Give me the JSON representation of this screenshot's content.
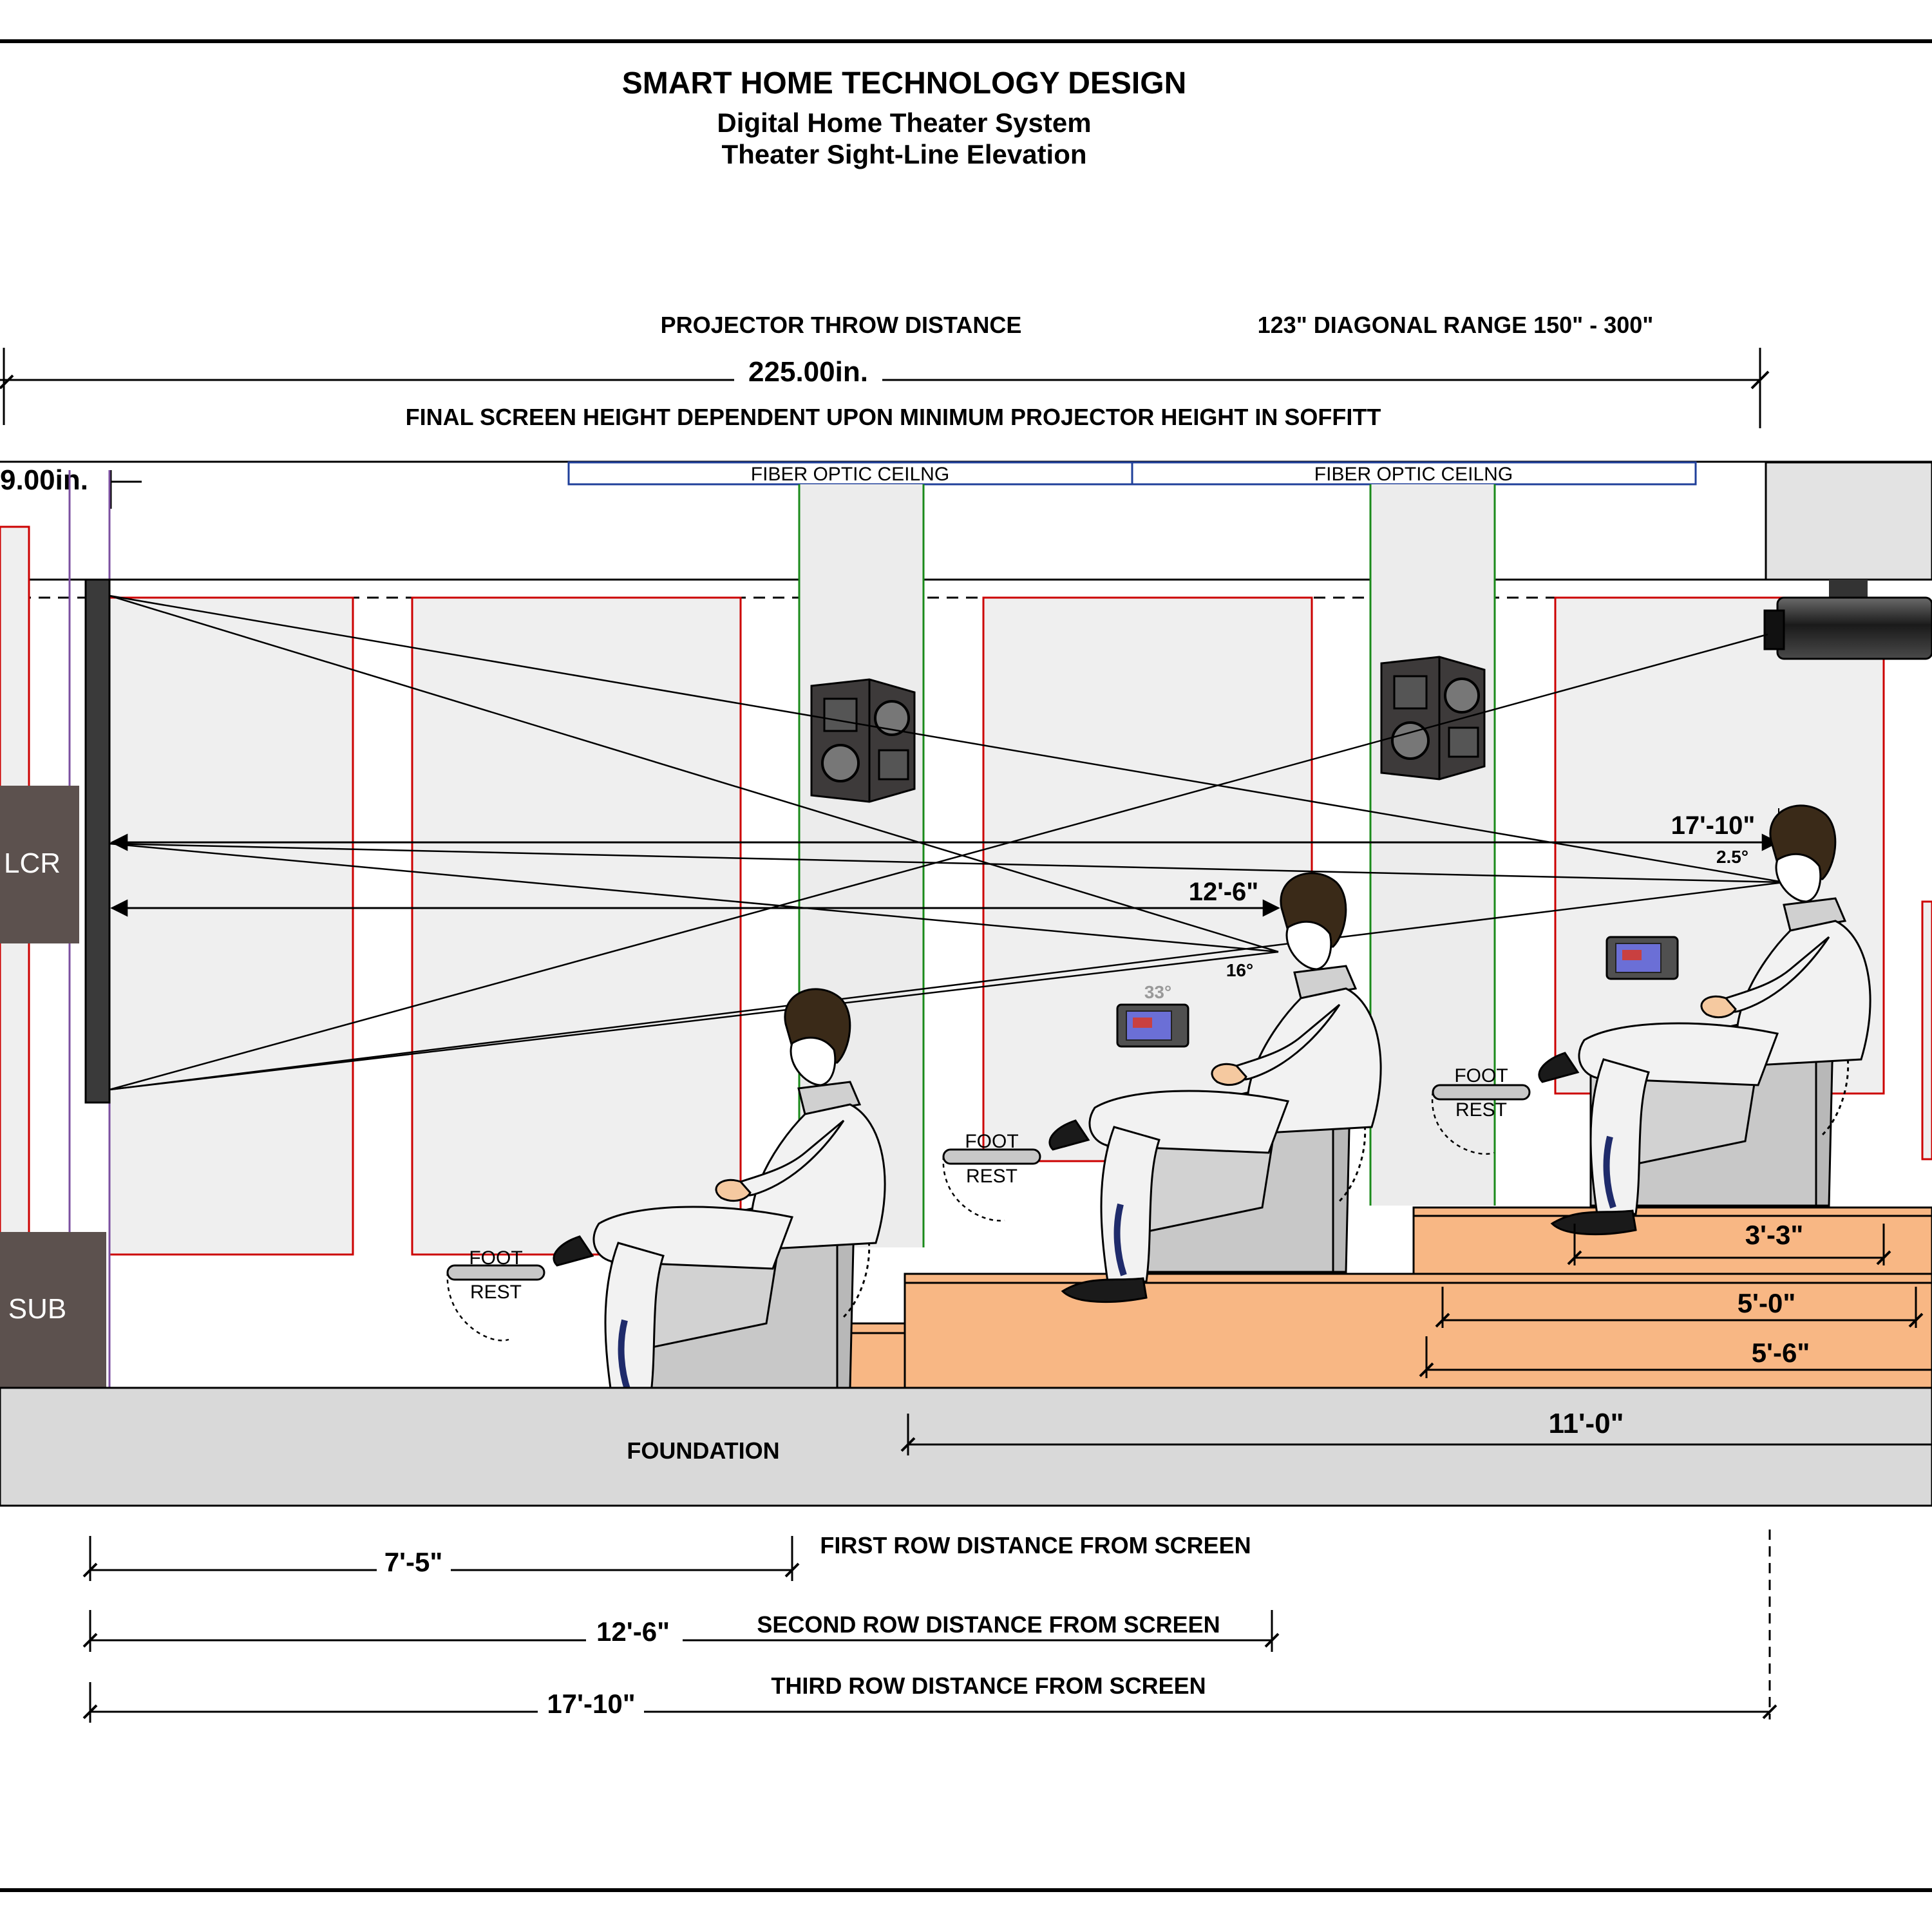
{
  "title": {
    "main": "SMART HOME TECHNOLOGY DESIGN",
    "sub1": "Digital Home Theater System",
    "sub2": "Theater Sight-Line Elevation"
  },
  "projector": {
    "throw_label": "PROJECTOR THROW DISTANCE",
    "diagonal_label": "123\" DIAGONAL RANGE 150\" - 300\"",
    "throw_distance": "225.00in.",
    "note": "FINAL SCREEN HEIGHT DEPENDENT UPON MINIMUM PROJECTOR HEIGHT IN SOFFITT",
    "soffit_offset": "9.00in."
  },
  "ceiling": {
    "panel_1": "FIBER OPTIC CEILNG",
    "panel_2": "FIBER OPTIC CEILNG"
  },
  "speakers": {
    "lcr": "LCR",
    "sub": "SUB"
  },
  "sight_lines": {
    "row2_distance": "12'-6\"",
    "row2_angle": "16°",
    "row2_remote_angle": "33°",
    "row3_distance": "17'-10\"",
    "row3_angle": "2.5°"
  },
  "foot_rest": {
    "line1": "FOOT",
    "line2": "REST"
  },
  "risers": {
    "upper_depth": "3'-3\"",
    "upper_width": "5'-0\"",
    "lower_width": "5'-6\"",
    "total": "11'-0\""
  },
  "foundation": "FOUNDATION",
  "row_distances": [
    {
      "value": "7'-5\"",
      "label": "FIRST ROW DISTANCE FROM SCREEN"
    },
    {
      "value": "12'-6\"",
      "label": "SECOND ROW DISTANCE FROM SCREEN"
    },
    {
      "value": "17'-10\"",
      "label": "THIRD ROW DISTANCE FROM SCREEN"
    }
  ],
  "colors": {
    "riser": "#f8b784",
    "floor": "#d9d9d9",
    "speaker_box": "#5c514e",
    "room_panel_outline": "#cc0000",
    "ceiling_outline": "#1f3f9a",
    "column_line": "#1a8a1a",
    "seat": "#c8c8c8"
  }
}
